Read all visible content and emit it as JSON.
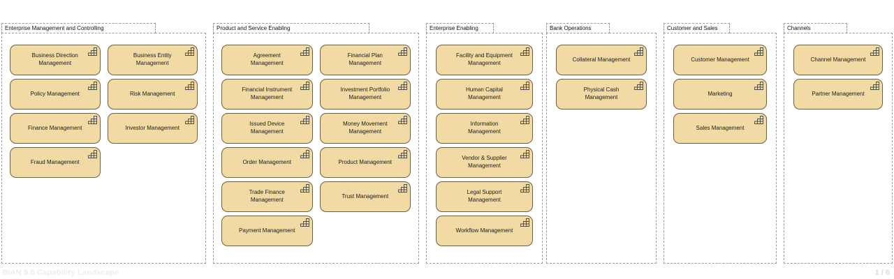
{
  "title": "BIAN capability landscape diagram",
  "footer": {
    "left": "BIAN 8.0 Capability Landscape",
    "right": "1 / 6"
  },
  "colors": {
    "capability_fill": "#F1DAA3",
    "capability_border": "#6D6040",
    "package_border": "#9B9B9B",
    "capability_text": "#1C1C1C",
    "footer_text": "#EDEDED"
  },
  "icons": {
    "capability": "grid-steps-icon"
  },
  "groups": [
    {
      "label": "Enterprise Management and Controlling",
      "columns": 2,
      "capabilities": [
        "Business Direction\nManagement",
        "Business Entity\nManagement",
        "Policy Management",
        "Risk Management",
        "Finance Management",
        "Investor Management",
        "Fraud Management"
      ]
    },
    {
      "label": "Product and Service Enabling",
      "columns": 2,
      "capabilities": [
        "Agreement\nManagement",
        "Financial Plan\nManagement",
        "Financial Instrument\nManagement",
        "Investment Portfolio\nManagement",
        "Issued Device\nManagement",
        "Money Movement\nManagement",
        "Order Management",
        "Product Management",
        "Trade Finance\nManagement",
        "Trust Management",
        "Payment Management"
      ]
    },
    {
      "label": "Enterprise Enabling",
      "columns": 1,
      "capabilities": [
        "Facility and Equipment\nManagement",
        "Human Capital\nManagement",
        "Information\nManagement",
        "Vendor & Supplier\nManagement",
        "Legal Support\nManagement",
        "Workflow Management"
      ]
    },
    {
      "label": "Bank Operations",
      "columns": 1,
      "capabilities": [
        "Collateral Management",
        "Physical Cash\nManagement"
      ]
    },
    {
      "label": "Customer and Sales",
      "columns": 1,
      "capabilities": [
        "Customer Management",
        "Marketing",
        "Sales Management"
      ]
    },
    {
      "label": "Channels",
      "columns": 1,
      "capabilities": [
        "Channel Management",
        "Partner Management"
      ]
    }
  ]
}
